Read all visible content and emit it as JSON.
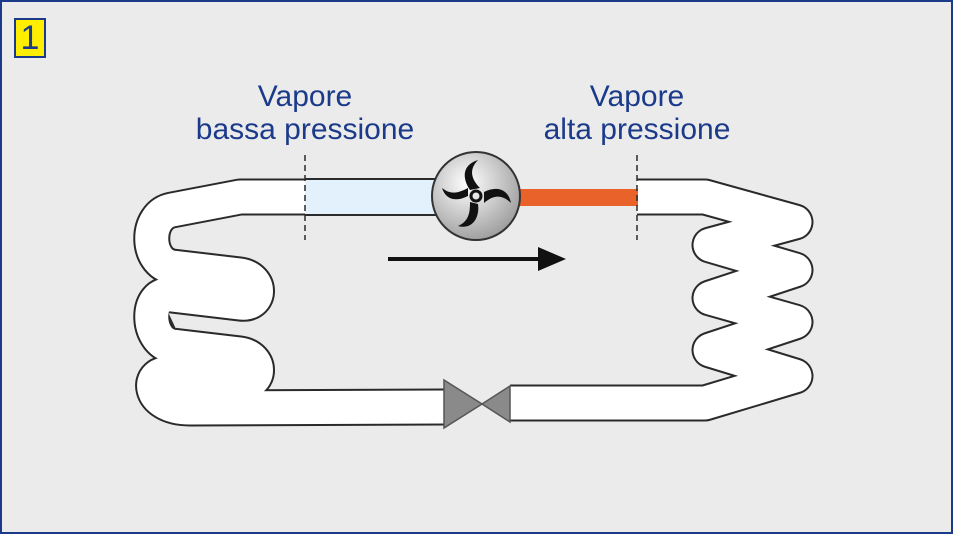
{
  "figure": {
    "number": "1",
    "low_pressure_label": {
      "line1": "Vapore",
      "line2": "bassa pressione"
    },
    "high_pressure_label": {
      "line1": "Vapore",
      "line2": "alta pressione"
    }
  },
  "colors": {
    "border": "#1b3a8a",
    "text": "#1b3a8a",
    "badge": "#ffee00",
    "low_pressure_fill": "#e3f1fc",
    "high_pressure_fill": "#e8622a",
    "pipe": "#ffffff",
    "background": "#ebebeb"
  },
  "icons": [
    "compressor-icon",
    "expansion-valve-icon",
    "flow-arrow-icon"
  ]
}
